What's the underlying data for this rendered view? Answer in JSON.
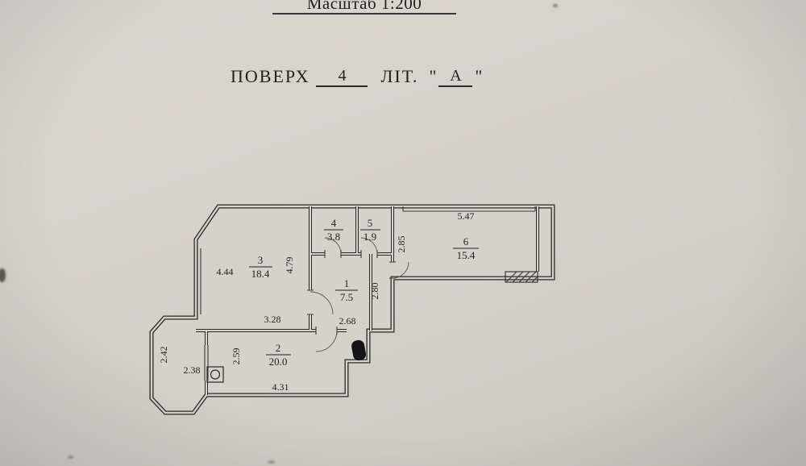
{
  "header": {
    "scale_text": "Масштаб 1:200",
    "floor_label": "ПОВЕРХ",
    "floor_number": "4",
    "lit_label": "ЛІТ.",
    "quote_open": "\"",
    "building_letter": "А",
    "quote_close": "\""
  },
  "rooms": [
    {
      "number": "1",
      "area": "7.5"
    },
    {
      "number": "2",
      "area": "20.0"
    },
    {
      "number": "3",
      "area": "18.4"
    },
    {
      "number": "4",
      "area": "3.8"
    },
    {
      "number": "5",
      "area": "1.9"
    },
    {
      "number": "6",
      "area": "15.4"
    }
  ],
  "dims": {
    "d444": "4.44",
    "d479": "4.79",
    "d328": "3.28",
    "d268": "2.68",
    "d280": "2.80",
    "d285": "2.85",
    "d547": "5.47",
    "d259": "2.59",
    "d431": "4.31",
    "d238": "2.38",
    "d242": "2.42"
  },
  "colors": {
    "paper": "#d5d2ca",
    "ink": "#2b292b"
  }
}
